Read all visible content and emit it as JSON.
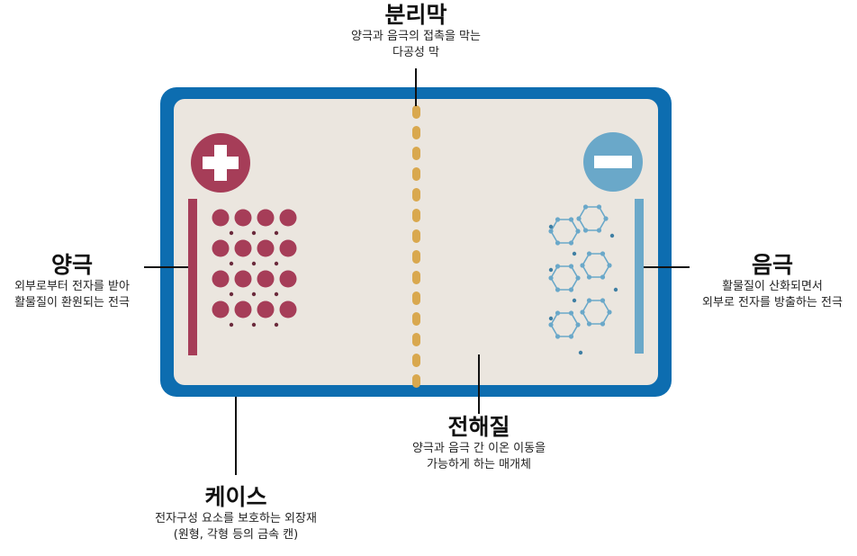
{
  "labels": {
    "separator": {
      "title": "분리막",
      "desc": [
        "양극과 음극의 접촉을 막는",
        "다공성 막"
      ]
    },
    "cathode": {
      "title": "양극",
      "desc": [
        "외부로부터 전자를 받아",
        "활물질이 환원되는 전극"
      ]
    },
    "anode": {
      "title": "음극",
      "desc": [
        "활물질이 산화되면서",
        "외부로 전자를 방출하는 전극"
      ]
    },
    "electrolyte": {
      "title": "전해질",
      "desc": [
        "양극과 음극 간 이온 이동을",
        "가능하게 하는 매개체"
      ]
    },
    "case": {
      "title": "케이스",
      "desc": [
        "전자구성 요소를 보호하는 외장재",
        "(원형, 각형 등의 금속 캔)"
      ]
    }
  },
  "colors": {
    "case": "#0d6db0",
    "interior": "#ebe6df",
    "cathode": "#a63d58",
    "anode": "#6aa8c9",
    "separator": "#d9a84e",
    "leader": "#111111"
  },
  "icons": {
    "cathode": "plus-icon",
    "anode": "minus-icon"
  }
}
